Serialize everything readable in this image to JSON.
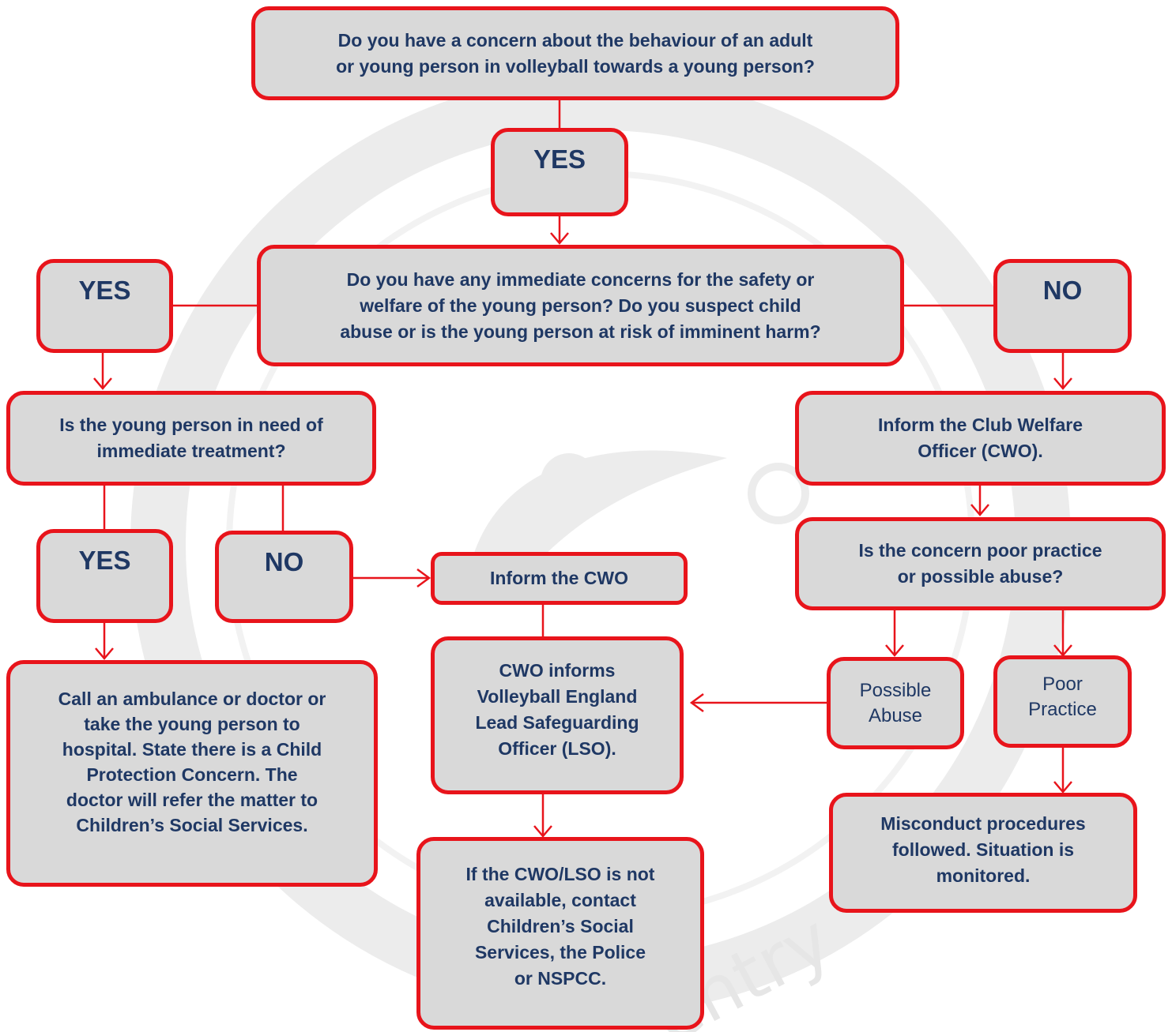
{
  "nodes": {
    "q1": "Do you have a concern about the behaviour of an adult\nor young person in volleyball towards a young person?",
    "yes1": "YES",
    "q2": "Do you have any immediate concerns for the safety or\nwelfare of the young person? Do you suspect child\nabuse or is the young person at risk of imminent harm?",
    "yes2": "YES",
    "no2": "NO",
    "q3": "Is the young person in need of\nimmediate treatment?",
    "inform_cwo_club": "Inform the Club Welfare\nOfficer (CWO).",
    "yes3": "YES",
    "no3": "NO",
    "inform_cwo": "Inform the CWO",
    "q4": "Is the concern poor practice\nor possible abuse?",
    "call_ambulance": "Call an ambulance or doctor or\ntake the young person to\nhospital. State there is a Child\nProtection Concern. The\ndoctor will refer the matter to\nChildren’s Social Services.",
    "cwo_informs_lso": "CWO informs\nVolleyball England\nLead Safeguarding\nOfficer (LSO).",
    "possible_abuse": "Possible\nAbuse",
    "poor_practice": "Poor\nPractice",
    "misconduct": "Misconduct procedures\nfollowed. Situation is\nmonitored.",
    "contact_services": "If the CWO/LSO is not\navailable,  contact\nChildren’s Social\nServices, the Police\nor NSPCC."
  },
  "watermark_text": "entry",
  "colors": {
    "box_fill": "#d9d9d9",
    "border": "#e8141b",
    "text": "#1f3864",
    "connector": "#e8141b",
    "watermark": "#e6e6e6"
  }
}
